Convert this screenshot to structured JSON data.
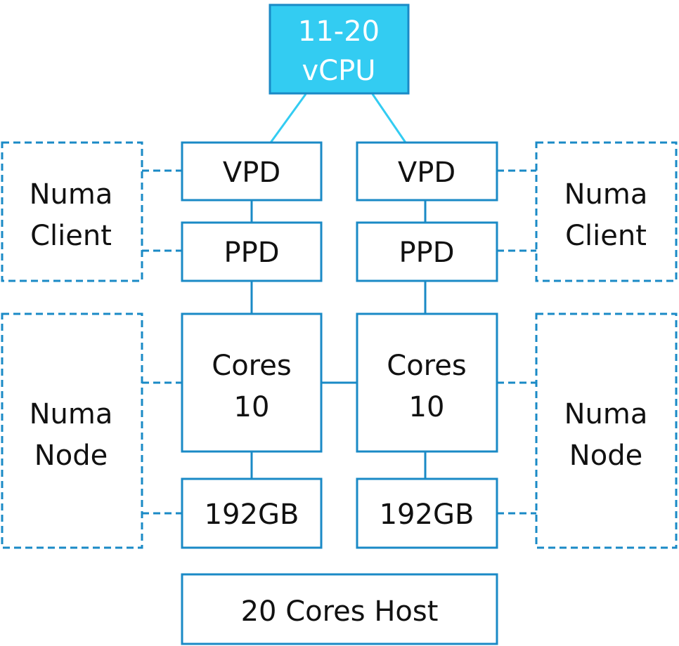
{
  "colors": {
    "stroke": "#1a8ac6",
    "accent_fill": "#33ccf2",
    "accent_stroke": "#1a8ac6",
    "connector_top": "#33ccf2",
    "text": "#111111",
    "accent_text": "#ffffff"
  },
  "vcpu": {
    "line1": "11-20",
    "line2": "vCPU"
  },
  "left": {
    "client": {
      "line1": "Numa",
      "line2": "Client"
    },
    "node": {
      "line1": "Numa",
      "line2": "Node"
    },
    "vpd": "VPD",
    "ppd": "PPD",
    "cores": {
      "line1": "Cores",
      "line2": "10"
    },
    "memory": "192GB"
  },
  "right": {
    "client": {
      "line1": "Numa",
      "line2": "Client"
    },
    "node": {
      "line1": "Numa",
      "line2": "Node"
    },
    "vpd": "VPD",
    "ppd": "PPD",
    "cores": {
      "line1": "Cores",
      "line2": "10"
    },
    "memory": "192GB"
  },
  "host": "20 Cores Host"
}
